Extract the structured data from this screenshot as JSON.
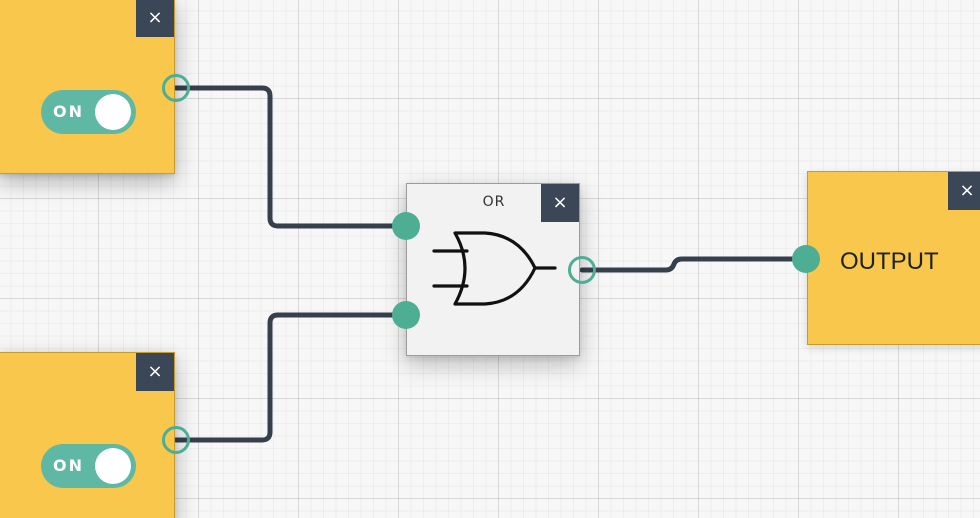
{
  "nodes": {
    "switch_top": {
      "toggle_label": "ON",
      "toggle_state": "on",
      "close_label": "×"
    },
    "switch_bottom": {
      "toggle_label": "ON",
      "toggle_state": "on",
      "close_label": "×"
    },
    "or_gate": {
      "title": "OR",
      "symbol_icon": "or-gate-icon",
      "close_label": "×"
    },
    "output": {
      "label": "OUTPUT",
      "close_label": "×"
    }
  },
  "colors": {
    "node_yellow": "#f8c74c",
    "close_button": "#3b4756",
    "toggle_on": "#5eb8a3",
    "port": "#4dae94",
    "wire": "#36404d",
    "gate_body": "#f2f2f2"
  }
}
